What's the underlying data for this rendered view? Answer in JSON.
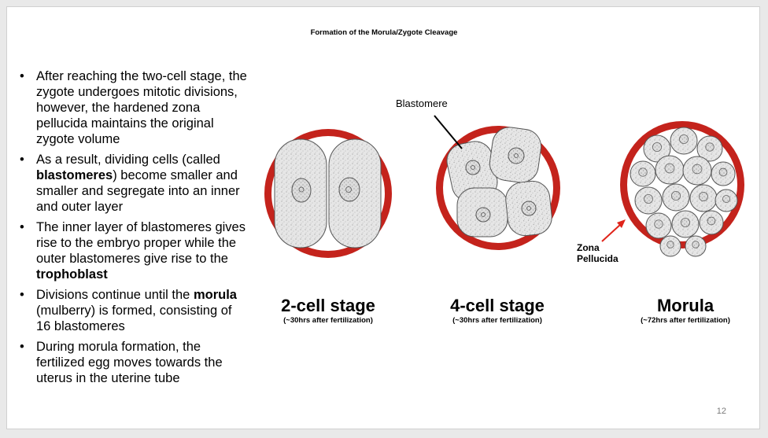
{
  "title": "Formation of the Morula/Zygote Cleavage",
  "bullets": [
    {
      "parts": [
        {
          "t": "After reaching the two-cell stage, the zygote undergoes mitotic divisions, however, the hardened zona pellucida maintains the original zygote volume",
          "b": false
        }
      ]
    },
    {
      "parts": [
        {
          "t": "As a result, dividing cells (called ",
          "b": false
        },
        {
          "t": "blastomeres",
          "b": true
        },
        {
          "t": ") become smaller and smaller and segregate into an inner and outer layer",
          "b": false
        }
      ]
    },
    {
      "parts": [
        {
          "t": "The inner layer of blastomeres gives rise to the embryo proper while the outer blastomeres give rise to the ",
          "b": false
        },
        {
          "t": "trophoblast",
          "b": true
        }
      ]
    },
    {
      "parts": [
        {
          "t": "Divisions continue until the ",
          "b": false
        },
        {
          "t": "morula",
          "b": true
        },
        {
          "t": " (mulberry) is formed, consisting of 16 blastomeres",
          "b": false
        }
      ]
    },
    {
      "parts": [
        {
          "t": "During morula formation, the fertilized egg moves towards the uterus in the uterine tube",
          "b": false
        }
      ]
    }
  ],
  "stages": [
    {
      "name": "2-cell stage",
      "time": "(~30hrs after fertilization)"
    },
    {
      "name": "4-cell stage",
      "time": "(~30hrs after fertilization)"
    },
    {
      "name": "Morula",
      "time": "(~72hrs after fertilization)"
    }
  ],
  "annotations": {
    "blastomere": "Blastomere",
    "zona_line1": "Zona",
    "zona_line2": "Pellucida"
  },
  "colors": {
    "zona": "#c4231c",
    "cell_fill": "#e4e4e4",
    "arrow": "#e0241a"
  },
  "page_number": "12"
}
